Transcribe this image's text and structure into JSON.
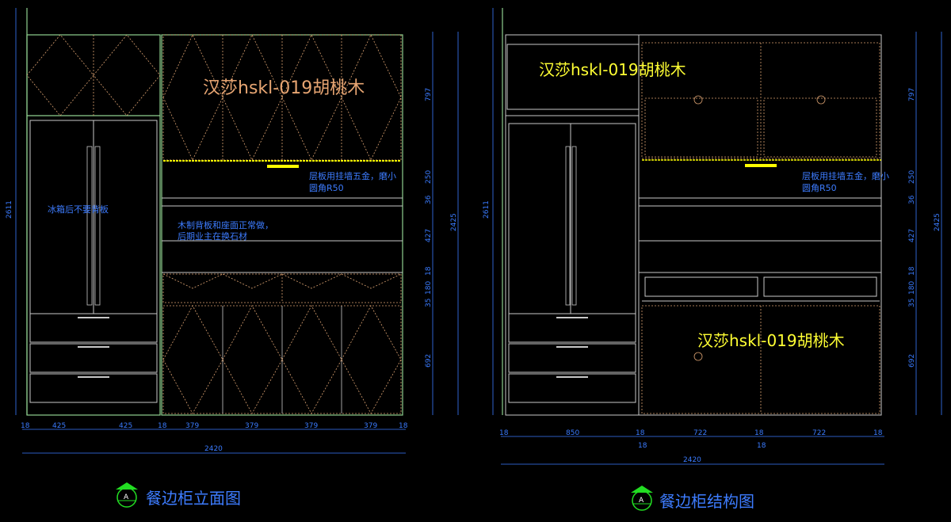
{
  "left_view": {
    "title": "餐边柜立面图",
    "material_label": "汉莎hskl-019胡桃木",
    "note_fridge": "冰箱后不要背板",
    "note_shelf_line1": "层板用挂墙五金，磨小",
    "note_shelf_line2": "圆角R50",
    "note_back_line1": "木制背板和座面正常做，",
    "note_back_line2": "后期业主在换石材",
    "dims_bottom": [
      "18",
      "425",
      "425",
      "18",
      "379",
      "379",
      "379",
      "379",
      "18"
    ],
    "dim_total": "2420",
    "dim_left_height": "2611",
    "dims_right": [
      "797",
      "250",
      "36",
      "427",
      "18",
      "180",
      "35",
      "692"
    ],
    "dim_right_total": "2425",
    "symbol_letter": "A"
  },
  "right_view": {
    "title": "餐边柜结构图",
    "material_label_top": "汉莎hskl-019胡桃木",
    "material_label_bottom": "汉莎hskl-019胡桃木",
    "note_shelf_line1": "层板用挂墙五金，磨小",
    "note_shelf_line2": "圆角R50",
    "dims_bottom": [
      "18",
      "850",
      "18",
      "722",
      "18",
      "722",
      "18"
    ],
    "dims_bottom_sub": [
      "18",
      "18"
    ],
    "dim_total": "2420",
    "dim_left_height": "2611",
    "dims_right": [
      "797",
      "250",
      "36",
      "427",
      "18",
      "180",
      "35",
      "692"
    ],
    "dim_right_total": "2425",
    "symbol_letter": "A"
  },
  "colors": {
    "background": "#000000",
    "outline": "#8fd08f",
    "cabinet_line": "#c8c8c8",
    "dashed_line": "#d9a070",
    "dimension": "#3a7bff",
    "highlight": "#ffff00",
    "symbol": "#22dd22"
  }
}
